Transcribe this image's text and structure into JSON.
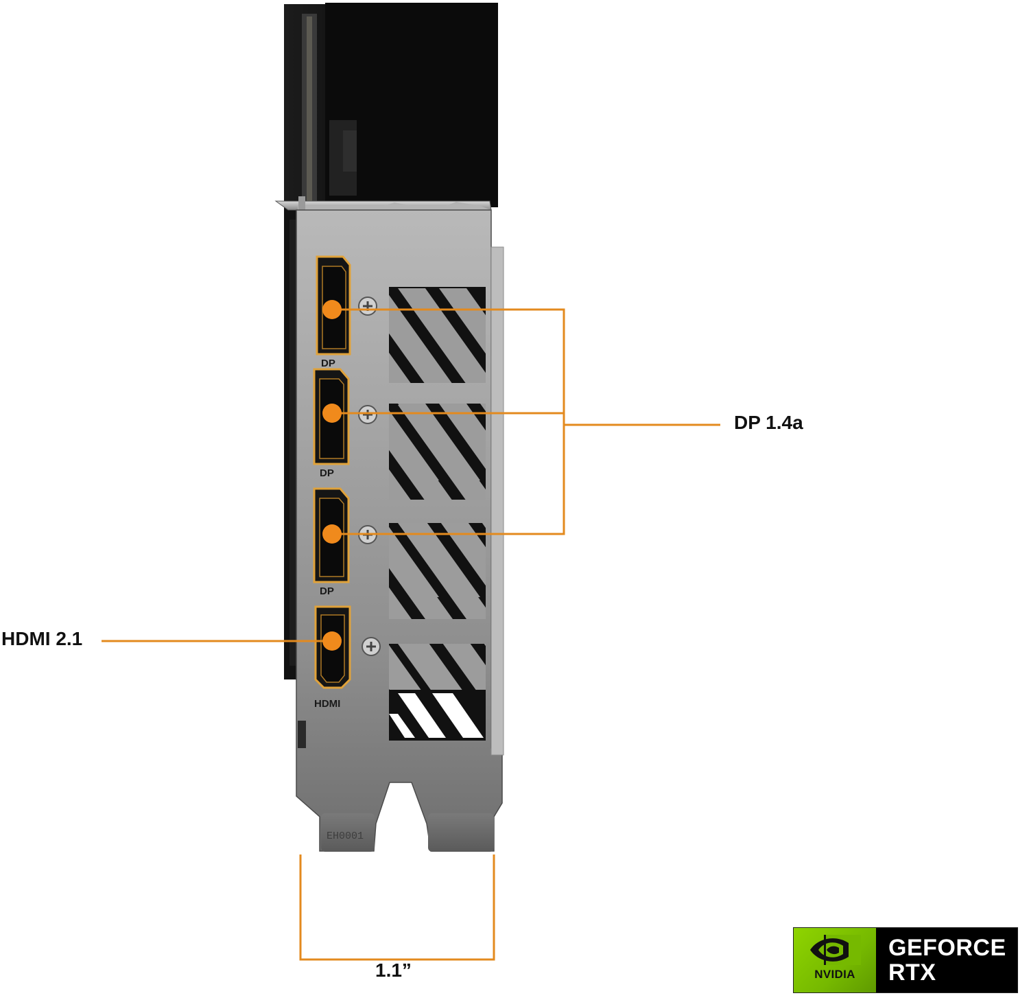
{
  "callouts": {
    "dp_label": "DP 1.4a",
    "hdmi_label": "HDMI 2.1",
    "width_label": "1.1”"
  },
  "ports": [
    {
      "name": "DisplayPort",
      "marking": "DP"
    },
    {
      "name": "DisplayPort",
      "marking": "DP"
    },
    {
      "name": "DisplayPort",
      "marking": "DP"
    },
    {
      "name": "HDMI",
      "marking": "HDMI"
    }
  ],
  "bracket": {
    "tab_marking": "EH0001"
  },
  "badge": {
    "brand": "NVIDIA",
    "line1": "GEFORCE",
    "line2": "RTX",
    "logo_icon": "nvidia-eye-icon"
  },
  "colors": {
    "callout": "#e38a1e",
    "port_outline": "#e0a23a",
    "port_dot": "#f08a1c",
    "nvidia_green": "#76b900"
  }
}
